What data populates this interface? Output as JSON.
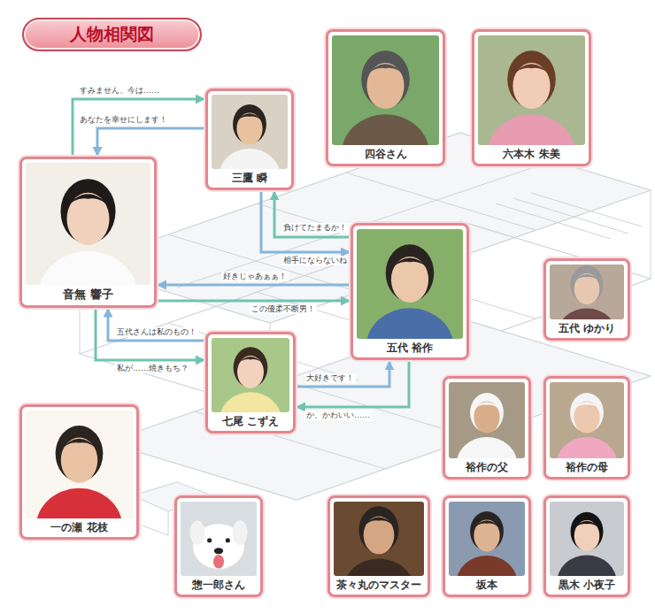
{
  "diagram": {
    "title": "人物相関図",
    "nodes": [
      {
        "text": [
          "四谷さん"
        ]
      },
      {
        "text": [
          "六本木 朱美"
        ]
      },
      {
        "text": [
          "三鷹 瞬"
        ]
      },
      {
        "text": [
          "音無 響子"
        ]
      },
      {
        "text": [
          "五代 裕作"
        ]
      },
      {
        "text": [
          "五代 ゆかり"
        ]
      },
      {
        "text": [
          "七尾 こずえ"
        ]
      },
      {
        "text": [
          "裕作の父"
        ]
      },
      {
        "text": [
          "裕作の母"
        ]
      },
      {
        "text": [
          "一の瀬 花枝"
        ]
      },
      {
        "text": [
          "惣一郎さん"
        ]
      },
      {
        "text": [
          "茶々丸のマスター"
        ]
      },
      {
        "text": [
          "坂本"
        ]
      },
      {
        "text": [
          "黒木 小夜子"
        ]
      }
    ],
    "edges": [
      {
        "from": 3,
        "to": 2,
        "label": "すみません、今は……",
        "arrow": "to"
      },
      {
        "from": 2,
        "to": 3,
        "label": "あなたを幸せにします！",
        "arrow": "to"
      },
      {
        "from": 4,
        "to": 2,
        "label": "負けてたまるか！",
        "arrow": "to"
      },
      {
        "from": 2,
        "to": 4,
        "label": "相手にならないね",
        "arrow": "to"
      },
      {
        "from": 4,
        "to": 3,
        "label": "好きじゃあぁぁ！",
        "arrow": "to"
      },
      {
        "from": 3,
        "to": 4,
        "label": "この優柔不断男！",
        "arrow": "to"
      },
      {
        "from": 6,
        "to": 3,
        "label": "五代さんは私のもの！",
        "arrow": "to"
      },
      {
        "from": 3,
        "to": 6,
        "label": "私が……焼きもち？",
        "arrow": "to"
      },
      {
        "from": 6,
        "to": 4,
        "label": "大好きです！",
        "arrow": "to"
      },
      {
        "from": 4,
        "to": 6,
        "label": "か、かわいい……",
        "arrow": "to"
      }
    ]
  }
}
